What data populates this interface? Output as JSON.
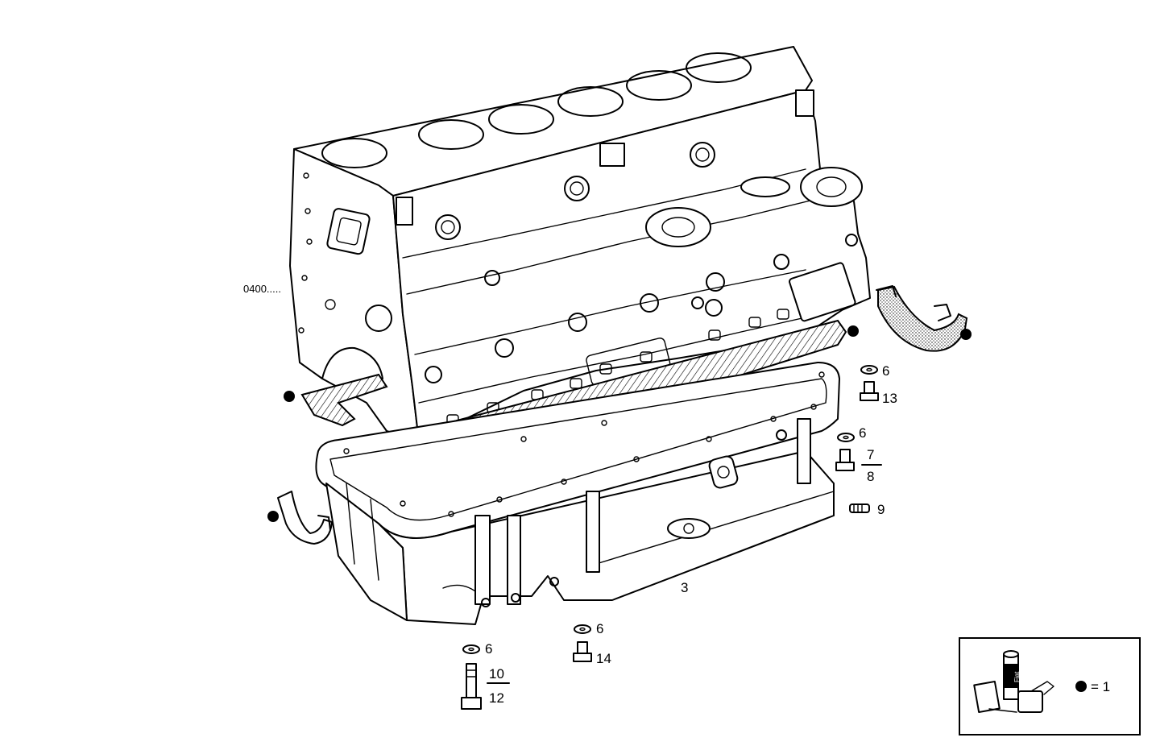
{
  "diagram": {
    "ref_main": "0400.....",
    "labels": {
      "l3": "3",
      "l6a": "6",
      "l6b": "6",
      "l6c": "6",
      "l6d": "6",
      "l7": "7",
      "l8": "8",
      "l9": "9",
      "l10": "10",
      "l12": "12",
      "l13": "13",
      "l14": "14"
    },
    "legend": {
      "equals": "= 1",
      "kit_label": "Fiat"
    }
  }
}
